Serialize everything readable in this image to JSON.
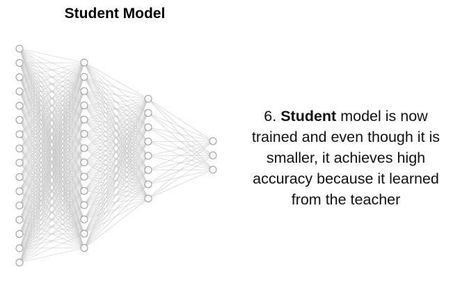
{
  "diagram": {
    "title": "Student Model",
    "caption": {
      "number": "6.",
      "bold": "Student",
      "rest": "model is now trained and even though it is smaller, it achieves high accuracy because it learned from the teacher"
    },
    "layer_sizes": [
      16,
      14,
      8,
      3
    ],
    "colors": {
      "node_stroke": "#9a9a9a",
      "node_fill": "#ffffff",
      "edge": "#c9c9c9"
    }
  }
}
